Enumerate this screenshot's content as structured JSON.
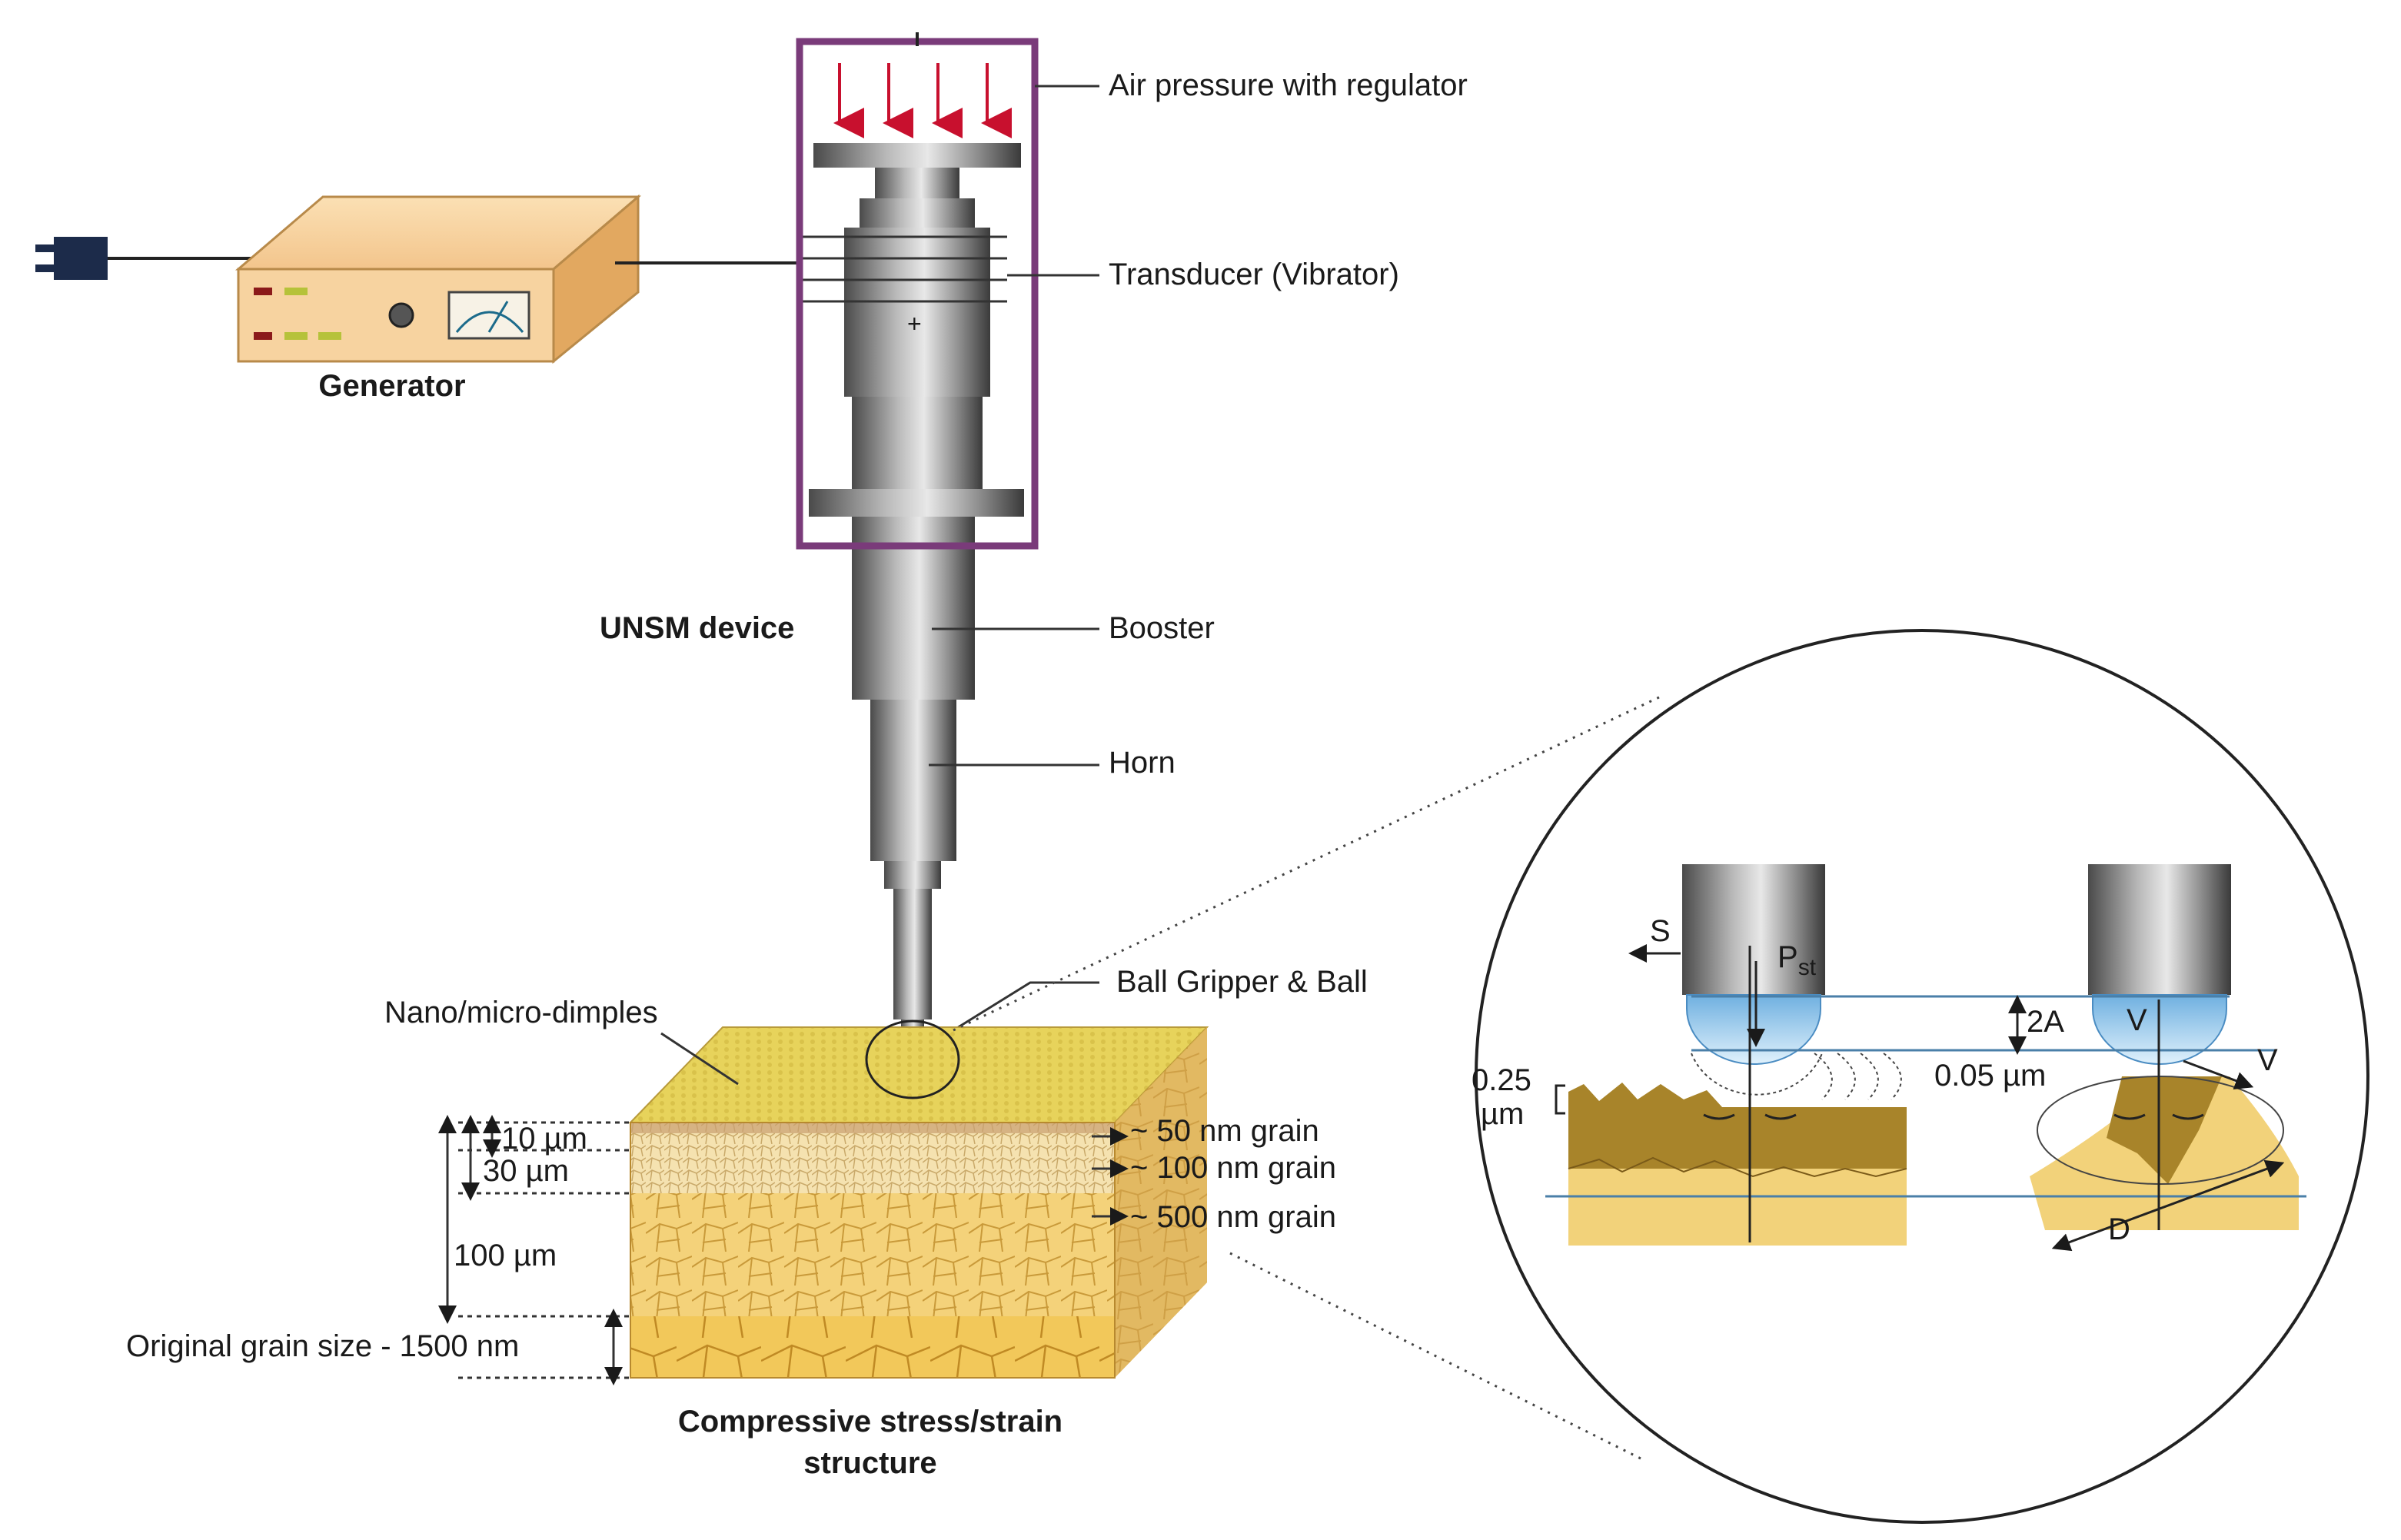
{
  "labels": {
    "air_pressure": "Air pressure with regulator",
    "transducer": "Transducer (Vibrator)",
    "generator": "Generator",
    "unsm_device": "UNSM device",
    "booster": "Booster",
    "horn": "Horn",
    "ball_gripper": "Ball Gripper & Ball",
    "nano_dimples": "Nano/micro-dimples",
    "grain_50": "~ 50 nm grain",
    "grain_100": "~ 100 nm grain",
    "grain_500": "~ 500 nm grain",
    "depth_10": "10 µm",
    "depth_30": "30 µm",
    "depth_100": "100 µm",
    "original_grain": "Original grain size - 1500 nm",
    "caption_line1": "Compressive stress/strain",
    "caption_line2": "structure"
  },
  "detail": {
    "s": "S",
    "pst_p": "P",
    "pst_sub": "st",
    "two_a": "2A",
    "v_left": "V",
    "v_right": "V",
    "amp_025_a": "0.25",
    "amp_025_b": "µm",
    "amp_005": "0.05 µm",
    "d": "D",
    "plus": "+"
  },
  "colors": {
    "frame": "#7a3b7a",
    "arrows": "#c8102e",
    "metal": "#8a8a8a",
    "generator": "#f3c58c",
    "surface": "#e6d25a",
    "grain": "#f0cc6a",
    "deformed": "#a8842a",
    "ball": "#a9d3f0"
  }
}
